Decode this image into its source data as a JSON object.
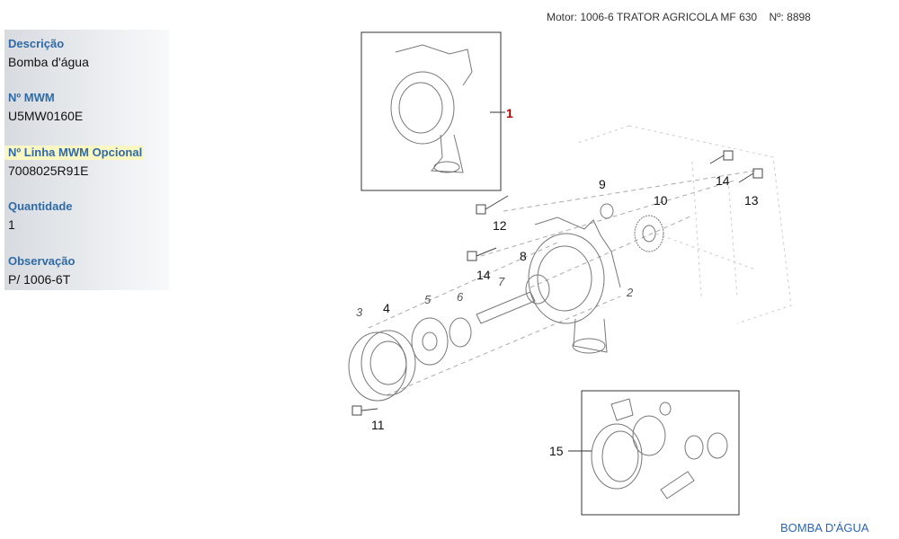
{
  "header": {
    "motor": "Motor: 1006-6 TRATOR AGRICOLA MF 630",
    "numero": "Nº: 8898"
  },
  "fields": [
    {
      "label": "Descrição",
      "value": "Bomba d'água"
    },
    {
      "label": "Nº MWM",
      "value": "U5MW0160E"
    },
    {
      "label": "Nº Linha MWM Opcional",
      "value": "7008025R91E"
    },
    {
      "label": "Quantidade",
      "value": "1"
    },
    {
      "label": "Observação",
      "value": "P/ 1006-6T"
    }
  ],
  "diagram": {
    "callouts": [
      "1",
      "2",
      "3",
      "4",
      "5",
      "6",
      "7",
      "8",
      "9",
      "10",
      "11",
      "12",
      "13",
      "14",
      "14",
      "15"
    ]
  },
  "footer": {
    "title": "BOMBA D'ÁGUA"
  },
  "colors": {
    "label_blue": "#2f6aa6",
    "link_blue": "#2a66b8",
    "callout_red": "#b00000",
    "highlight": "#fbf7c2"
  }
}
